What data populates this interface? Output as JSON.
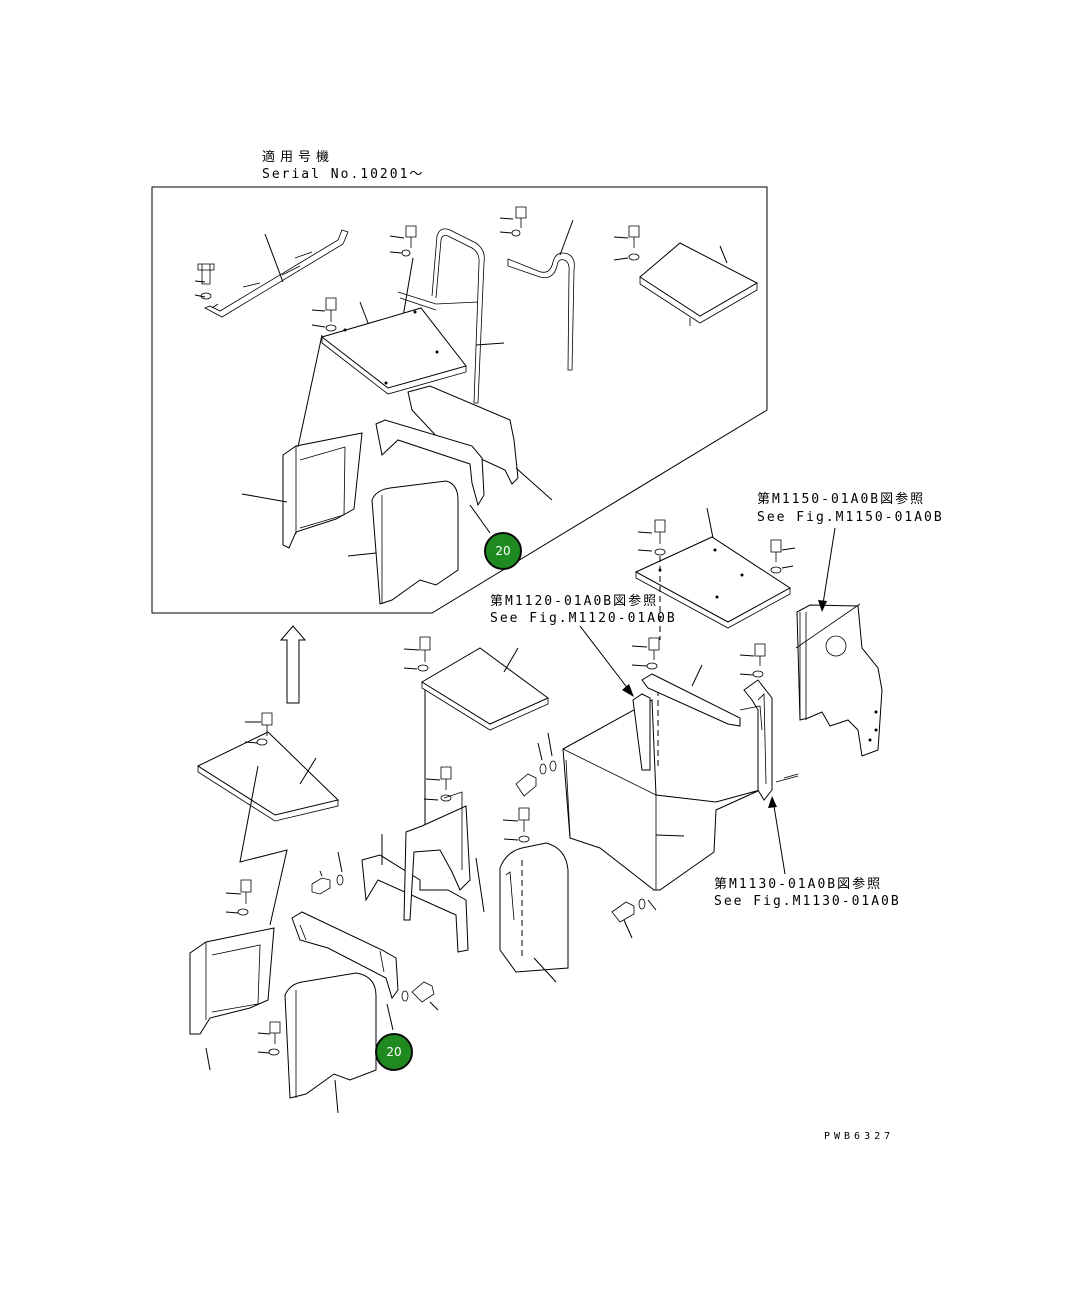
{
  "applicability": {
    "title_jp": "適用号機",
    "serial": "Serial No.10201～"
  },
  "references": [
    {
      "jp": "第M1150-01A0B図参照",
      "en": "See Fig.M1150-01A0B"
    },
    {
      "jp": "第M1120-01A0B図参照",
      "en": "See Fig.M1120-01A0B"
    },
    {
      "jp": "第M1130-01A0B図参照",
      "en": "See Fig.M1130-01A0B"
    }
  ],
  "callouts": [
    {
      "label": "20"
    },
    {
      "label": "20"
    }
  ],
  "drawing_code": "PWB6327",
  "colors": {
    "callout_fill": "#1f8a1f",
    "line": "#000000"
  }
}
